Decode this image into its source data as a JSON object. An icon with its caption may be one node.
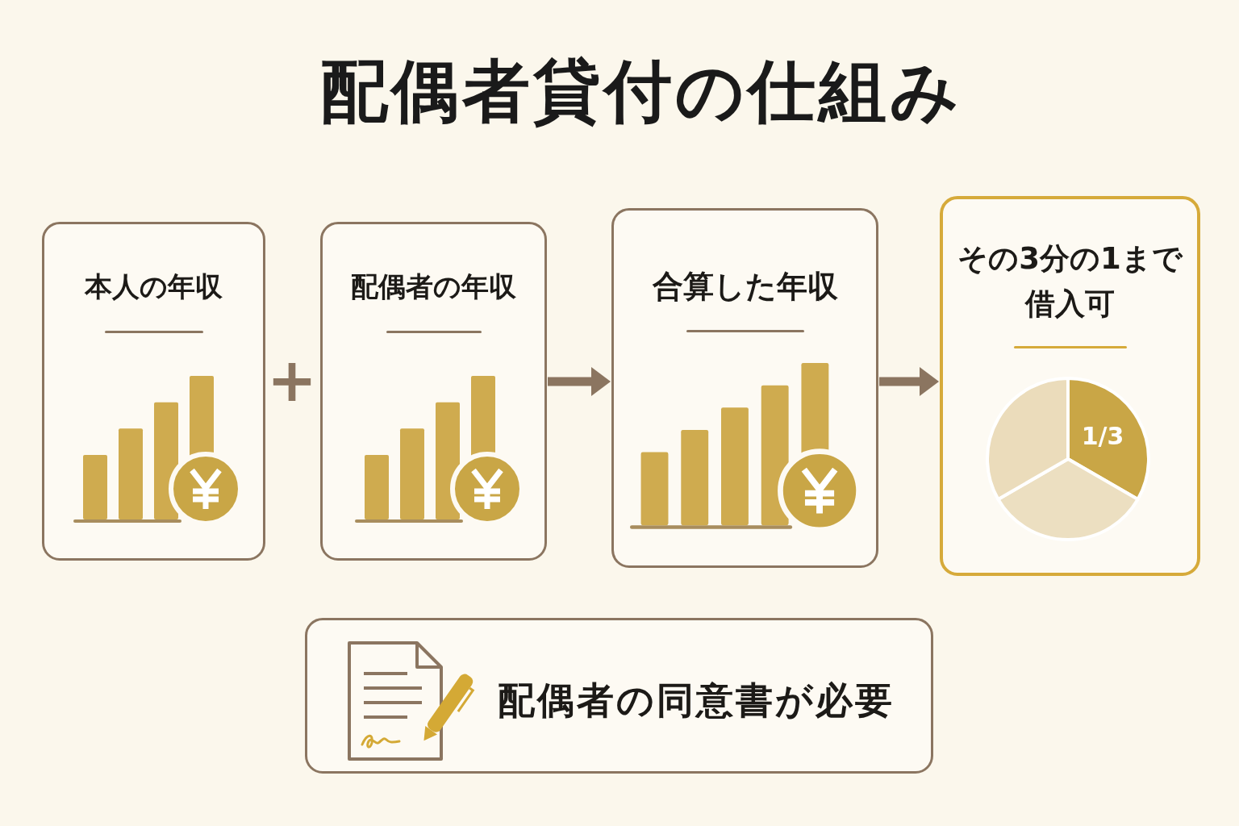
{
  "diagram": {
    "title": "配偶者貸付の仕組み",
    "nodes": [
      {
        "text": [
          "本人の年収"
        ]
      },
      {
        "text": [
          "配偶者の年収"
        ]
      },
      {
        "text": [
          "合算した年収"
        ]
      },
      {
        "text": [
          "その3分の1まで借入可",
          "1/3"
        ]
      },
      {
        "text": [
          "配偶者の同意書が必要"
        ]
      }
    ],
    "edges": [
      {
        "from": 1,
        "to": 2,
        "arrow": "to"
      },
      {
        "from": 2,
        "to": 3,
        "arrow": "to"
      }
    ],
    "labels": [
      "+"
    ]
  }
}
